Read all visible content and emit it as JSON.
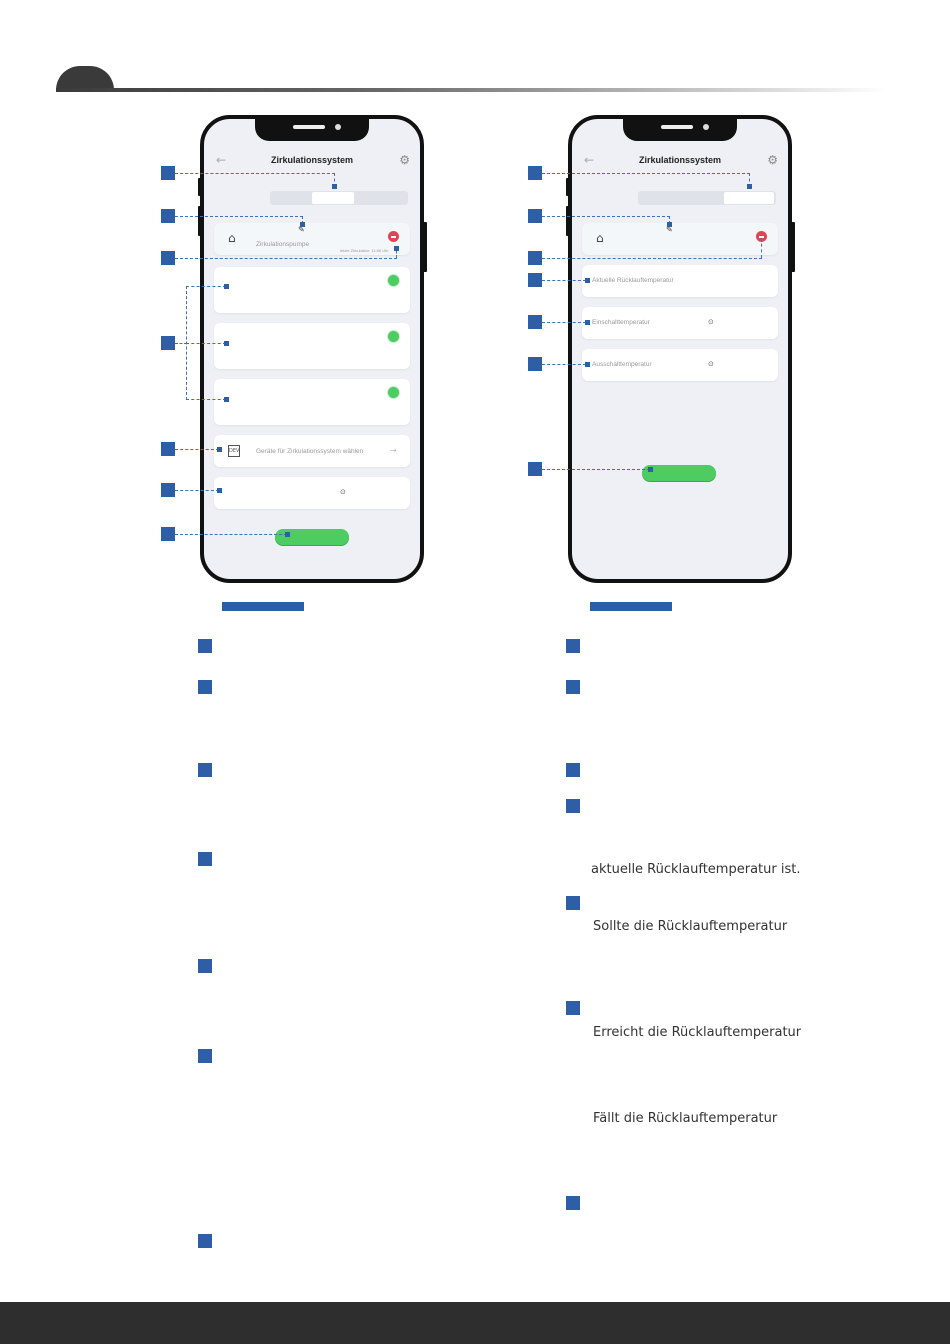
{
  "screen_left": {
    "title": "Zirkulationssystem",
    "pump_label": "Zirkulationspumpe",
    "last_circulation": "letzte Zirkulation: 11:56 Uhr",
    "select_devices": "Geräte für Zirkulationssystem wählen",
    "device_icon_text": "DEV"
  },
  "screen_right": {
    "title": "Zirkulationssystem",
    "current_return_temp": "Aktuelle Rücklauftemperatur",
    "switch_on_temp": "Einschalttemperatur",
    "switch_off_temp": "Ausschalttemperatur"
  },
  "body_text": {
    "line_1": "aktuelle Rücklauftemperatur ist.",
    "line_2": "Sollte die Rücklauftemperatur",
    "line_3": "Erreicht die Rücklauftemperatur",
    "line_4": "Fällt die Rücklauftemperatur"
  },
  "icons": {
    "back": "←",
    "settings": "⚙",
    "home": "⌂",
    "edit": "✎",
    "clock": "⊙",
    "arrow": "→"
  },
  "colors": {
    "marker_blue": "#2e5ea6",
    "button_green": "#4dcc62",
    "status_red": "#e04556",
    "footer": "#2e2e2e"
  }
}
